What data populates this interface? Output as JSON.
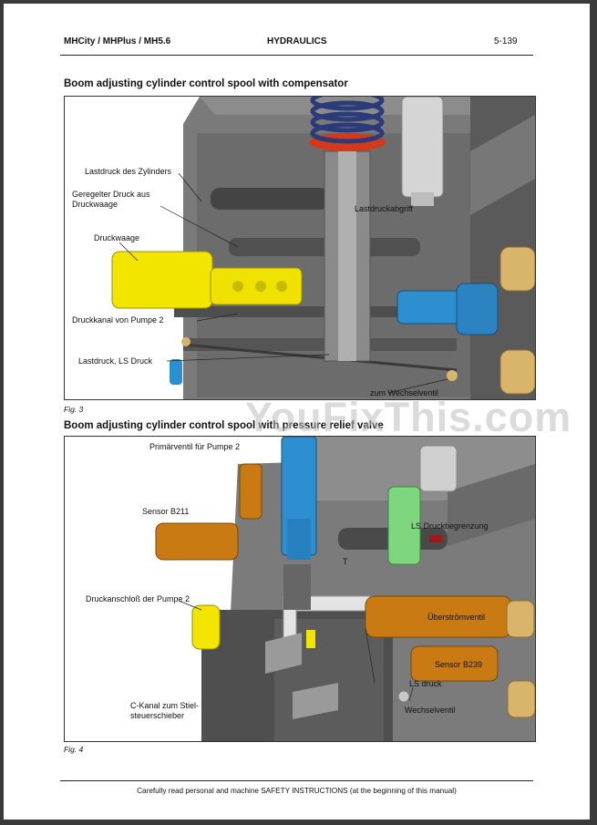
{
  "header": {
    "models": "MHCity / MHPlus / MH5.6",
    "section": "HYDRAULICS",
    "page_number": "5-139"
  },
  "figure3": {
    "title": "Boom adjusting cylinder control spool with compensator",
    "caption": "Fig. 3",
    "labels": {
      "lastdruck_zylinder": "Lastdruck des Zylinders",
      "geregelter_druck_1": "Geregelter Druck aus",
      "geregelter_druck_2": "Druckwaage",
      "lastdruckabgriff": "Lastdruckabgriff",
      "druckwaage": "Druckwaage",
      "druckkanal": "Druckkanal von Pumpe 2",
      "lastdruck_ls": "Lastdruck, LS Druck",
      "wechselventil": "zum Wechselventil"
    }
  },
  "figure4": {
    "title": "Boom adjusting cylinder control spool with pressure relief valve",
    "caption": "Fig. 4",
    "labels": {
      "primaerventil": "Primärventil für Pumpe 2",
      "sensor_b211": "Sensor B211",
      "ls_druckbegrenzung": "LS Druckbegrenzung",
      "t": "T",
      "druckanschluss": "Druckanschloß der Pumpe 2",
      "ueberstroemventil": "Überströmventil",
      "sensor_b239": "Sensor B239",
      "ls_druck": "LS druck",
      "c_kanal_1": "C-Kanal zum Stiel-",
      "c_kanal_2": "steuerschieber",
      "wechselventil": "Wechselventil"
    }
  },
  "footer": {
    "text": "Carefully read personal and machine SAFETY INSTRUCTIONS (at the beginning of this manual)"
  },
  "watermark": "YouFixThis.com",
  "colors": {
    "page_bg": "#ffffff",
    "outer_bg": "#3a3a3a",
    "block_gray": "#6f6f6f",
    "spool_yellow": "#f2e600",
    "valve_blue": "#2d8fd0",
    "valve_orange": "#c97a12",
    "valve_green": "#7ed67e",
    "spring_red": "#d33a1c"
  }
}
